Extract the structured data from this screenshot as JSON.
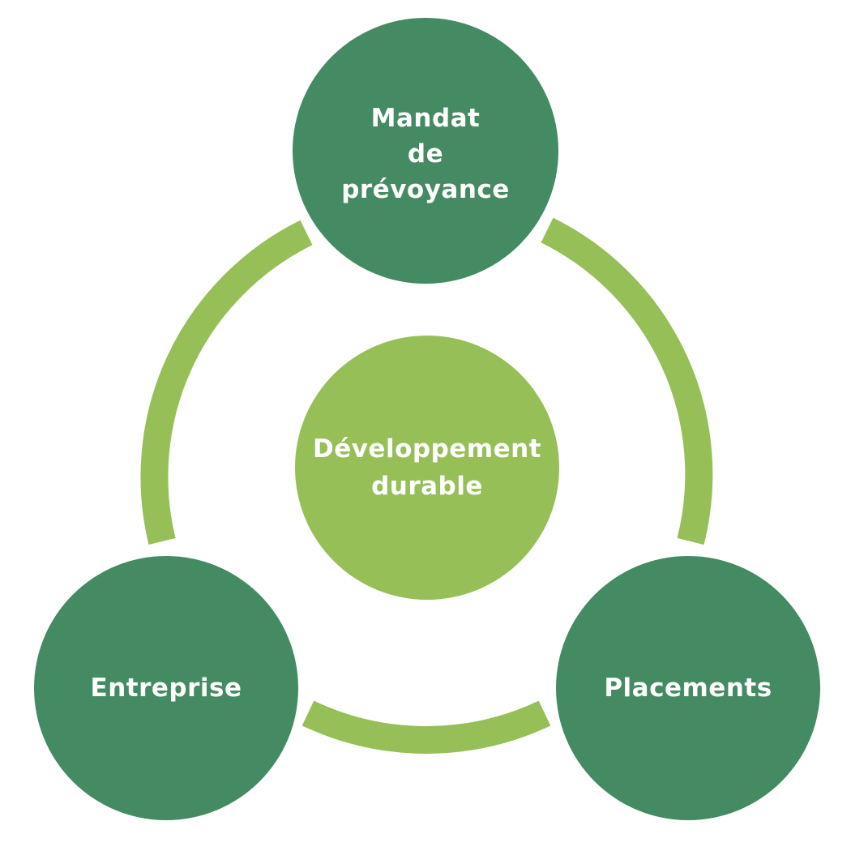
{
  "diagram": {
    "colors": {
      "ring": "#97bf58",
      "outer_node": "#448a62",
      "center_node": "#97bf58",
      "text": "#ffffff"
    },
    "center": {
      "lines": [
        "Développement",
        "durable"
      ]
    },
    "nodes": {
      "top": {
        "lines": [
          "Mandat",
          "de",
          "prévoyance"
        ]
      },
      "left": {
        "lines": [
          "Entreprise"
        ]
      },
      "right": {
        "lines": [
          "Placements"
        ]
      }
    }
  }
}
